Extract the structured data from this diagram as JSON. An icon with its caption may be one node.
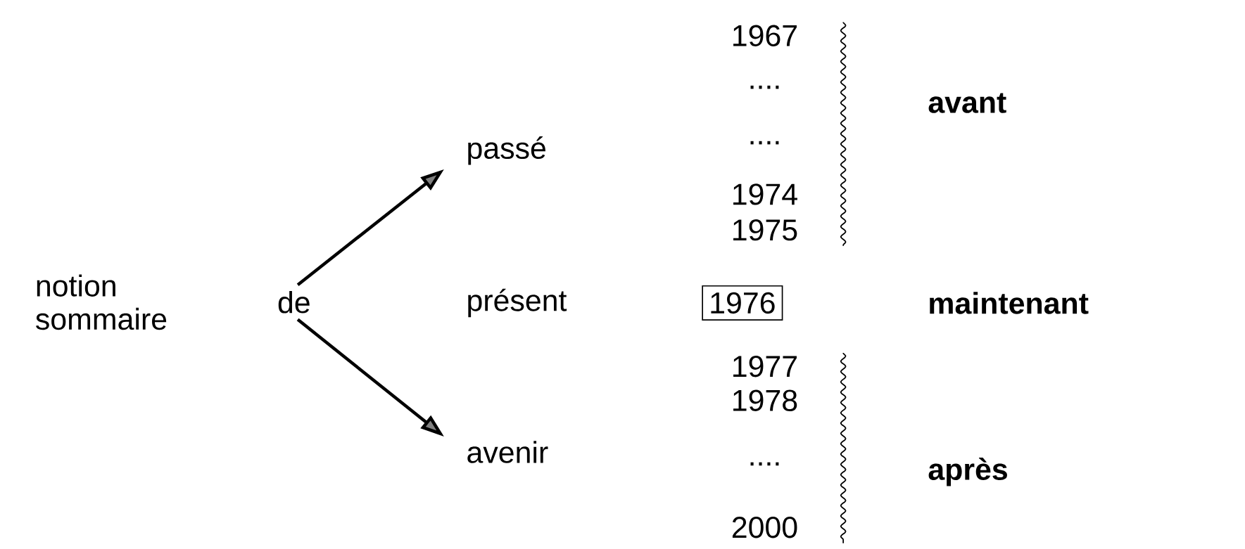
{
  "diagram": {
    "nodes": [
      {
        "text": [
          "notion sommaire"
        ]
      },
      {
        "text": [
          "de"
        ]
      },
      {
        "text": [
          "passé"
        ]
      },
      {
        "text": [
          "présent"
        ]
      },
      {
        "text": [
          "avenir"
        ]
      },
      {
        "text": [
          "1976"
        ]
      }
    ],
    "edges": [
      {
        "from": 1,
        "to": 2,
        "arrow": "to"
      },
      {
        "from": 1,
        "to": 4,
        "arrow": "to"
      }
    ],
    "labels": [
      "1967",
      "....",
      "avant",
      "....",
      "1974",
      "1975",
      "maintenant",
      "1977",
      "1978",
      "après",
      "....",
      "2000"
    ]
  }
}
